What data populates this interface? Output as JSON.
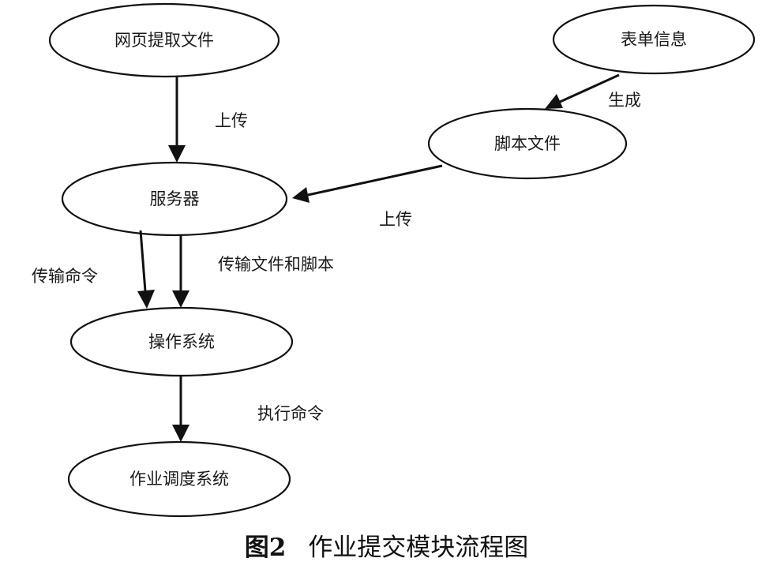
{
  "nodes": {
    "web_extract": "网页提取文件",
    "form_info": "表单信息",
    "script_file": "脚本文件",
    "server": "服务器",
    "os": "操作系统",
    "scheduler": "作业调度系统"
  },
  "edges": {
    "upload_1": "上传",
    "generate": "生成",
    "upload_2": "上传",
    "transfer_cmd": "传输命令",
    "transfer_files": "传输文件和脚本",
    "exec_cmd": "执行命令"
  },
  "caption": {
    "number": "图2",
    "text": "作业提交模块流程图"
  }
}
